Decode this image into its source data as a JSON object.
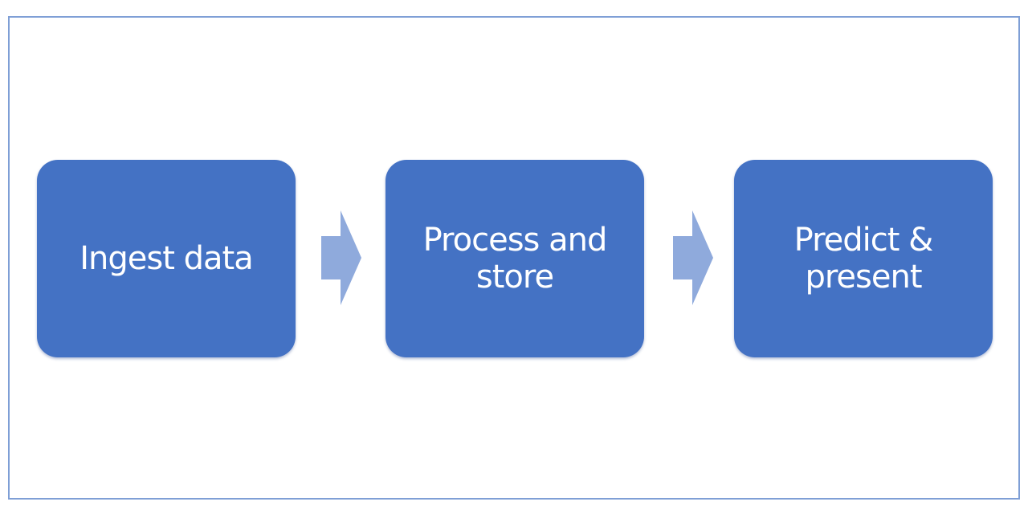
{
  "colors": {
    "frame_border": "#7f9fd6",
    "step_fill": "#4472c4",
    "arrow_fill": "#8faadc",
    "text": "#ffffff"
  },
  "steps": [
    {
      "label": "Ingest data"
    },
    {
      "label": "Process and store"
    },
    {
      "label": "Predict & present"
    }
  ],
  "connectors": [
    {
      "from": 0,
      "to": 1,
      "icon": "right-arrow-icon"
    },
    {
      "from": 1,
      "to": 2,
      "icon": "right-arrow-icon"
    }
  ]
}
